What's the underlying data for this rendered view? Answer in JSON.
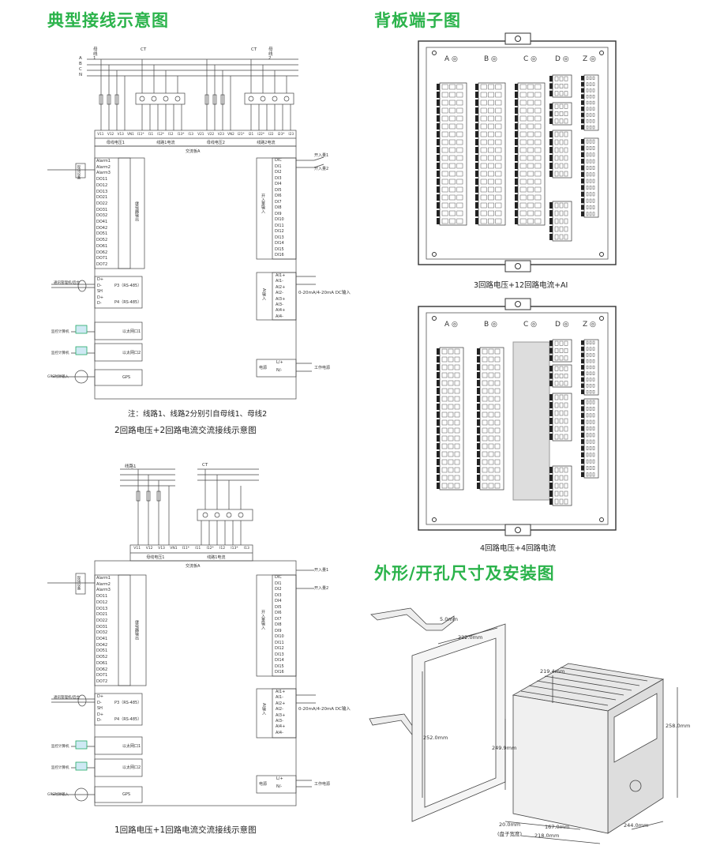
{
  "headings": {
    "typical_wiring": "典型接线示意图",
    "back_terminals": "背板端子图",
    "dimensions": "外形/开孔尺寸及安装图"
  },
  "wiring1": {
    "bus1": "母线1",
    "bus2": "母线2",
    "ct1": "CT",
    "ct2": "CT",
    "phase_labels": [
      "A",
      "B",
      "C",
      "N"
    ],
    "terminals_top": [
      "V11",
      "V12",
      "V13",
      "VN1",
      "I11*",
      "I11",
      "I12*",
      "I12",
      "I13*",
      "I13",
      "V21",
      "V22",
      "V23",
      "VN2",
      "I21*",
      "I21",
      "I22*",
      "I22",
      "I23*",
      "I23"
    ],
    "group_labels": [
      "母线电压1",
      "线路1电流",
      "母线电压2",
      "线路2电流"
    ],
    "ac_board": "交流板A",
    "left_box": "现场设备",
    "left_rows": [
      "Alarm1",
      "Alarm2",
      "Alarm3",
      "DO11",
      "DO12",
      "DO13",
      "DO21",
      "DO22",
      "DO31",
      "DO32",
      "DO41",
      "DO42",
      "DO51",
      "DO52",
      "DO61",
      "DO62",
      "DO71",
      "DO72"
    ],
    "relay_board": "继电器输出",
    "di_rows": [
      "DIC",
      "DI1",
      "DI2",
      "DI3",
      "DI4",
      "DI5",
      "DI6",
      "DI7",
      "DI8",
      "DI9",
      "DI10",
      "DI11",
      "DI12",
      "DI13",
      "DI14",
      "DI15",
      "DI16"
    ],
    "di_board": "开入量输入",
    "di_note1": "开入量1",
    "di_note2": "开入量2",
    "rs485_left": "通讯管理机/后台",
    "rs485_rows": [
      "D+",
      "D-",
      "SH",
      "D+",
      "D-"
    ],
    "p3": "P3（RS-485）",
    "p4": "P4（RS-485）",
    "eth1_left": "监控计算机",
    "eth1": "以太网口1",
    "eth2_left": "监控计算机",
    "eth2": "以太网口2",
    "gps_left": "GPS时钟输入",
    "gps": "GPS",
    "ai_label": "AI输入",
    "ai_rows": [
      "AI1+",
      "AI1-",
      "AI2+",
      "AI2-",
      "AI3+",
      "AI3-",
      "AI4+",
      "AI4-"
    ],
    "ai_note": "0-20mA/4-20mA DC输入",
    "power_label": "电源",
    "power_rows": [
      "L/+",
      "N/-"
    ],
    "power_note": "工作电源",
    "note": "注：线路1、线路2分别引自母线1、母线2",
    "caption": "2回路电压+2回路电流交流接线示意图"
  },
  "wiring2": {
    "bus1": "线路1",
    "ct": "CT",
    "terminals_top": [
      "V11",
      "V12",
      "V13",
      "VN1",
      "I11*",
      "I11",
      "I12*",
      "I12",
      "I13*",
      "I13"
    ],
    "group_labels": [
      "母线电压1",
      "线路1电流"
    ],
    "ac_board": "交流板A",
    "caption": "1回路电压+1回路电流交流接线示意图"
  },
  "panel1": {
    "columns": [
      "A",
      "B",
      "C",
      "D",
      "Z"
    ],
    "caption": "3回路电压+12回路电流+AI"
  },
  "panel2": {
    "columns": [
      "A",
      "B",
      "C",
      "D",
      "Z"
    ],
    "caption": "4回路电压+4回路电流"
  },
  "dims": {
    "d1": "5.0mm",
    "d2": "222.0mm",
    "d3": "252.0mm",
    "d4": "249.9mm",
    "d5": "219.4mm",
    "d6": "258.0mm",
    "d7": "20.0mm",
    "d8": "167.0mm",
    "d9": "218.0mm",
    "d10": "244.0mm",
    "d11": "(盘子宽度)"
  }
}
